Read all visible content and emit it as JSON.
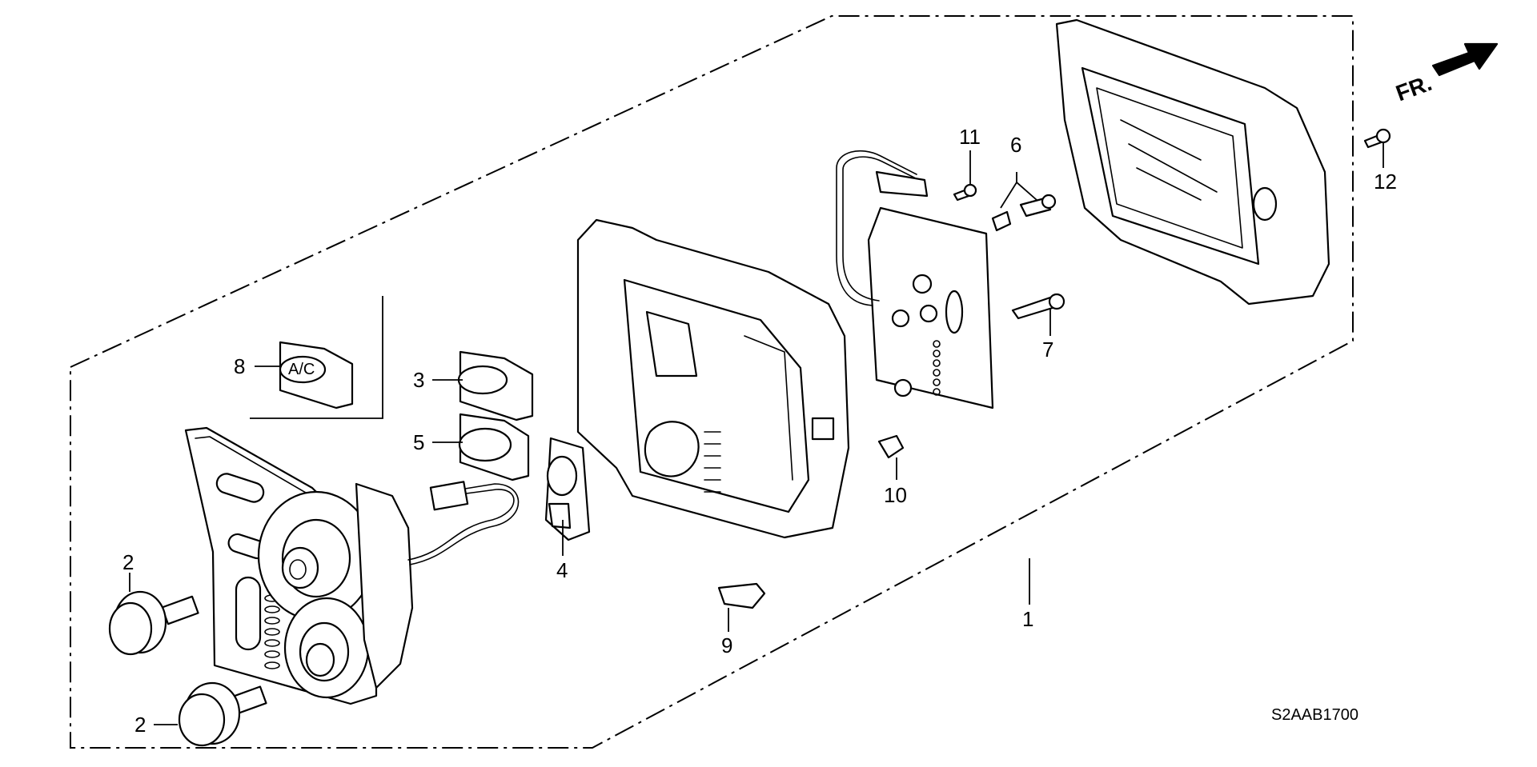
{
  "diagram": {
    "drawing_code": "S2AAB1700",
    "direction_label": "FR.",
    "callouts": [
      {
        "id": "1",
        "text": "1"
      },
      {
        "id": "2a",
        "text": "2"
      },
      {
        "id": "2b",
        "text": "2"
      },
      {
        "id": "3",
        "text": "3"
      },
      {
        "id": "4",
        "text": "4"
      },
      {
        "id": "5",
        "text": "5"
      },
      {
        "id": "6",
        "text": "6"
      },
      {
        "id": "7",
        "text": "7"
      },
      {
        "id": "8",
        "text": "8"
      },
      {
        "id": "9",
        "text": "9"
      },
      {
        "id": "10",
        "text": "10"
      },
      {
        "id": "11",
        "text": "11"
      },
      {
        "id": "12",
        "text": "12"
      }
    ],
    "button_label": "A/C"
  }
}
